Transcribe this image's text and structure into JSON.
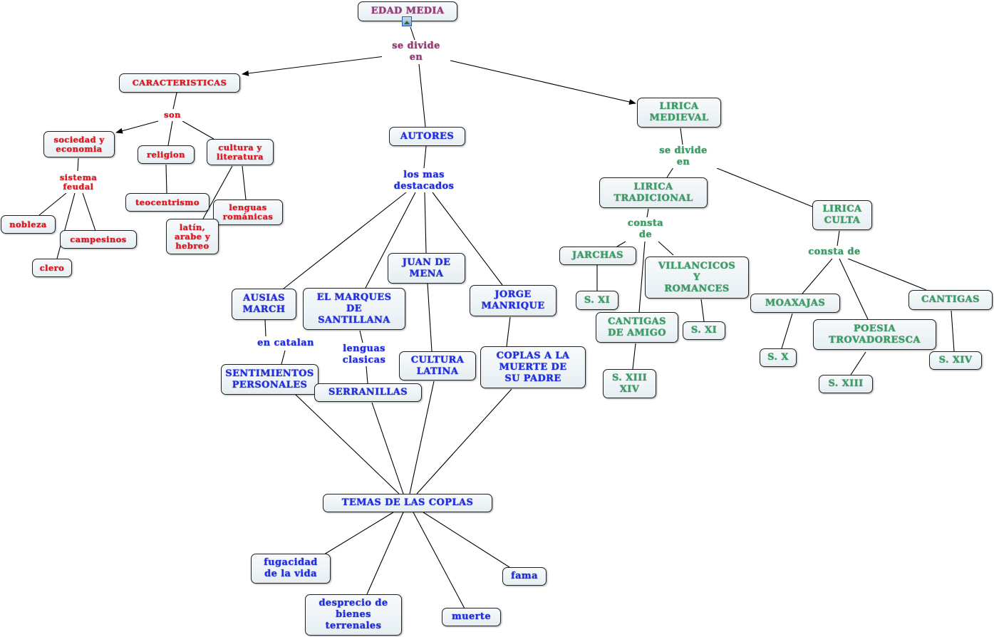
{
  "diagram": {
    "root": "EDAD MEDIA",
    "branches": {
      "caracteristicas": {
        "title": "CARACTERISTICAS",
        "link": "son",
        "sociedad": "sociedad y\neconomia",
        "sistema": "sistema\nfeudal",
        "nobleza": "nobleza",
        "campesinos": "campesinos",
        "clero": "clero",
        "religion": "religion",
        "teocentrismo": "teocentrismo",
        "cultura": "cultura y\nliteratura",
        "lenguas": "lenguas\nrománicas",
        "latin": "latín,\narabe y\nhebreo"
      },
      "autores": {
        "title": "AUTORES",
        "link": "los mas\ndestacados",
        "ausias": "AUSIAS\nMARCH",
        "en_catalan": "en catalan",
        "sentimientos": "SENTIMIENTOS\nPERSONALES",
        "marques": "EL MARQUES\nDE\nSANTILLANA",
        "lenguas_clasicas": "lenguas\nclasicas",
        "serranillas": "SERRANILLAS",
        "juan": "JUAN DE\nMENA",
        "cultura_latina": "CULTURA\nLATINA",
        "jorge": "JORGE\nMANRIQUE",
        "coplas": "COPLAS A LA\nMUERTE DE\nSU PADRE",
        "temas": "TEMAS DE LAS COPLAS",
        "fugacidad": "fugacidad\nde la vida",
        "desprecio": "desprecio de\nbienes\nterrenales",
        "muerte": "muerte",
        "fama": "fama"
      },
      "lirica": {
        "title": "LIRICA\nMEDIEVAL",
        "link": "se divide\nen",
        "tradicional": "LIRICA\nTRADICIONAL",
        "consta1": "consta\nde",
        "jarchas": "JARCHAS",
        "s_xi_1": "S. XI",
        "cantigas_amigo": "CANTIGAS\nDE AMIGO",
        "s_xiii_xiv": "S. XIII\nXIV",
        "villancicos": "VILLANCICOS\nY\nROMANCES",
        "s_xi_2": "S. XI",
        "culta": "LIRICA\nCULTA",
        "consta2": "consta de",
        "moaxajas": "MOAXAJAS",
        "s_x": "S. X",
        "poesia": "POESIA\nTROVADORESCA",
        "s_xiii": "S. XIII",
        "cantigas": "CANTIGAS",
        "s_xiv": "S. XIV"
      }
    },
    "root_link": "se divide\nen"
  },
  "colors": {
    "root": "#9b3a7a",
    "caracteristicas": "#e8141e",
    "autores": "#1f2fe6",
    "lirica": "#3a9e66",
    "lines": "#000000"
  },
  "icons": {
    "root_attachment": "image-icon"
  }
}
